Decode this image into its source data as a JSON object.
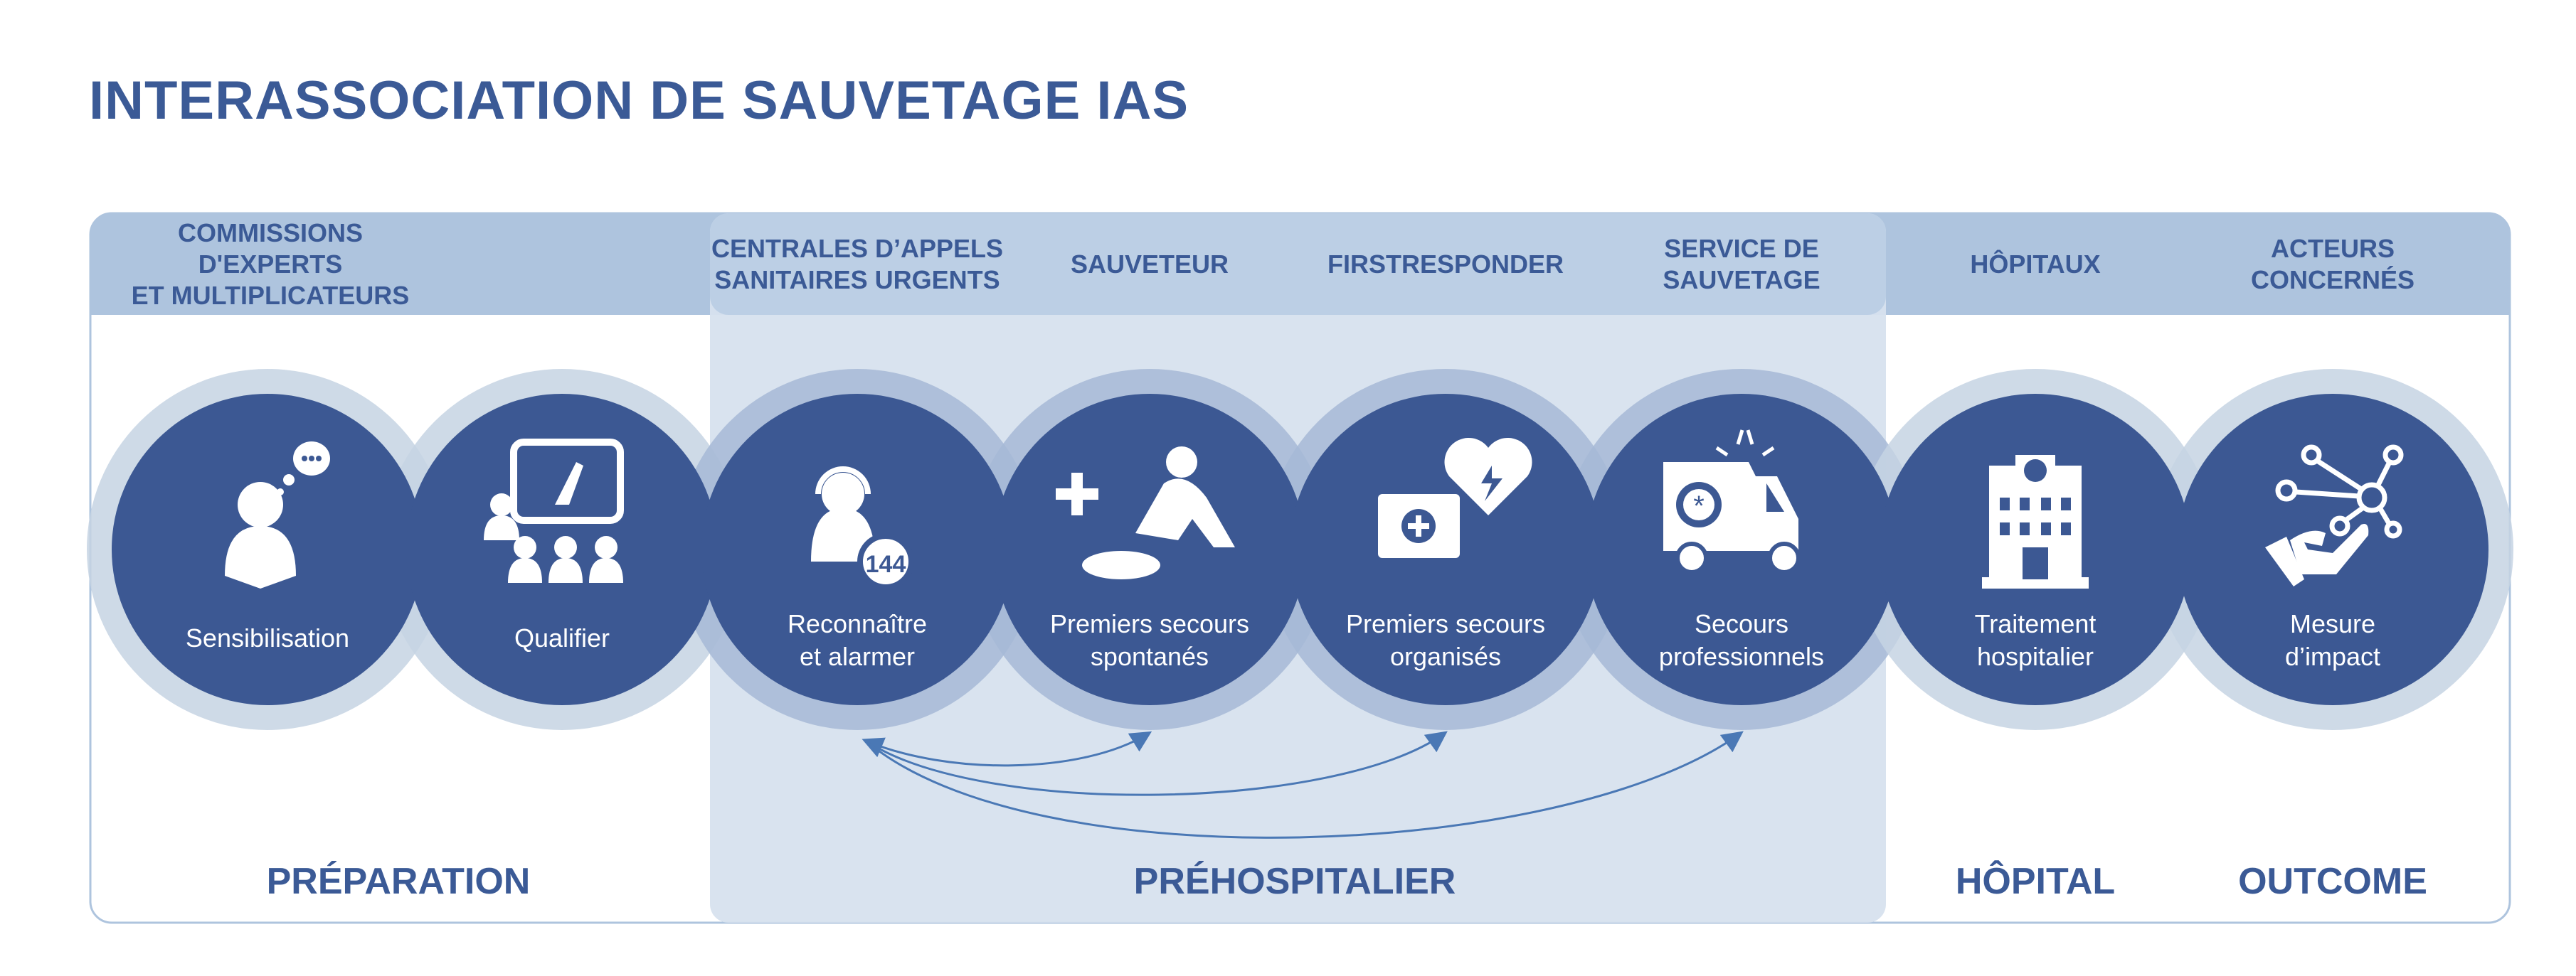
{
  "title": "INTERASSOCIATION DE SAUVETAGE  IAS",
  "headers": [
    {
      "line1": "COMMISSIONS D'EXPERTS",
      "line2": "ET MULTIPLICATEURS"
    },
    {
      "line1": "CENTRALES D’APPELS",
      "line2": "SANITAIRES URGENTS"
    },
    {
      "line1": "SAUVETEUR",
      "line2": ""
    },
    {
      "line1": "FIRSTRESPONDER",
      "line2": ""
    },
    {
      "line1": "SERVICE DE",
      "line2": "SAUVETAGE"
    },
    {
      "line1": "HÔPITAUX",
      "line2": ""
    },
    {
      "line1": "ACTEURS",
      "line2": "CONCERNÉS"
    }
  ],
  "steps": [
    {
      "line1": "Sensibilisation",
      "line2": "",
      "icon": "person-thinking-icon"
    },
    {
      "line1": "Qualifier",
      "line2": "",
      "icon": "training-icon"
    },
    {
      "line1": "Reconnaître",
      "line2": "et alarmer",
      "icon": "headset-operator-icon",
      "badge": "144"
    },
    {
      "line1": "Premiers secours",
      "line2": "spontanés",
      "icon": "cpr-icon"
    },
    {
      "line1": "Premiers secours",
      "line2": "organisés",
      "icon": "first-aid-kit-defibrillator-icon"
    },
    {
      "line1": "Secours",
      "line2": "professionnels",
      "icon": "ambulance-icon"
    },
    {
      "line1": "Traitement",
      "line2": "hospitalier",
      "icon": "hospital-icon"
    },
    {
      "line1": "Mesure",
      "line2": "d’impact",
      "icon": "network-hand-icon"
    }
  ],
  "phases": [
    "PRÉPARATION",
    "PRÉHOSPITALIER",
    "HÔPITAL",
    "OUTCOME"
  ],
  "colors": {
    "dark": "#3c5893",
    "ring": "#c5d3e3",
    "header": "#aec4de",
    "panel": "#d7e1ee",
    "text": "#3b5a96",
    "arrow": "#4a78b5"
  }
}
